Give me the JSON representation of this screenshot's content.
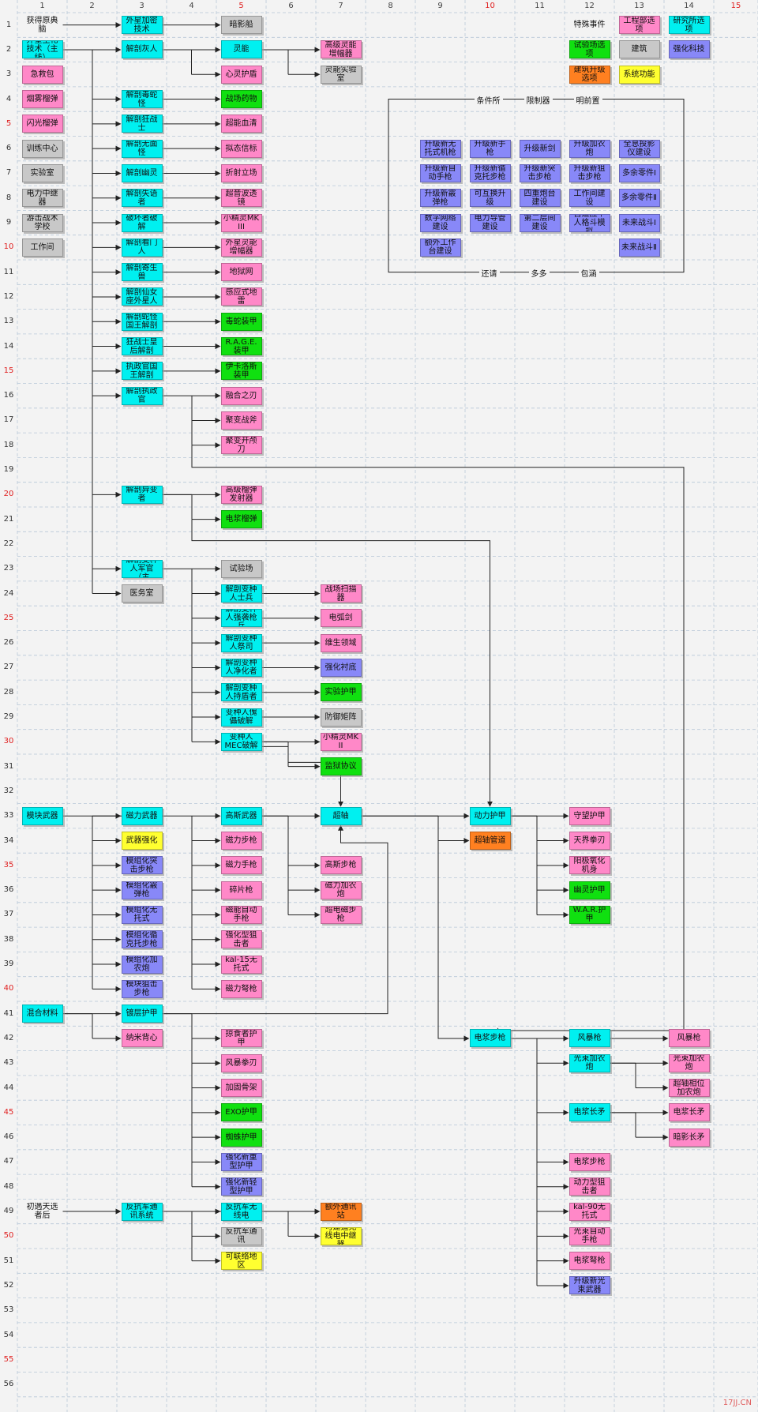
{
  "colors": {
    "cyan": "#00f0f0",
    "pink": "#ff88c8",
    "gray": "#c8c8c8",
    "green": "#10e010",
    "blue": "#8888f8",
    "orange": "#ff8020",
    "yellow": "#ffff30",
    "white": "#ffffff"
  },
  "header": {
    "cols": [
      "1",
      "2",
      "3",
      "4",
      "5",
      "6",
      "7",
      "8",
      "9",
      "10",
      "11",
      "12",
      "13",
      "14",
      "15"
    ],
    "red_cols": [
      "5",
      "10",
      "15"
    ],
    "row_count": 56,
    "red_rows": [
      5,
      10,
      15,
      20,
      25,
      30,
      35,
      40,
      45,
      50,
      55
    ]
  },
  "legend": [
    {
      "label": "特殊事件",
      "color": "white"
    },
    {
      "label": "工程部选项",
      "color": "pink"
    },
    {
      "label": "研究所选项",
      "color": "cyan"
    },
    {
      "label": "试验场选项",
      "color": "green"
    },
    {
      "label": "建筑",
      "color": "gray"
    },
    {
      "label": "强化科技",
      "color": "blue"
    },
    {
      "label": "建筑升级选项",
      "color": "orange"
    },
    {
      "label": "系统功能",
      "color": "yellow"
    }
  ],
  "panel": {
    "top_labels": [
      "条件所",
      "限制器",
      "明前置"
    ],
    "bottom_labels": [
      "还请",
      "多多",
      "包涵"
    ],
    "items": [
      {
        "label": "升级新无托式机枪",
        "color": "blue"
      },
      {
        "label": "升级新手枪",
        "color": "blue"
      },
      {
        "label": "升级新剑",
        "color": "blue"
      },
      {
        "label": "升级加农炮",
        "color": "blue"
      },
      {
        "label": "全息投影仪建设",
        "color": "blue"
      },
      {
        "label": "升级新自动手枪",
        "color": "blue"
      },
      {
        "label": "升级新循克托步枪",
        "color": "blue"
      },
      {
        "label": "升级新突击步枪",
        "color": "blue"
      },
      {
        "label": "升级新狙击步枪",
        "color": "blue"
      },
      {
        "label": "多余零件Ⅰ",
        "color": "blue"
      },
      {
        "label": "升级新霰弹枪",
        "color": "blue"
      },
      {
        "label": "可互换升级",
        "color": "blue"
      },
      {
        "label": "四重炮台建设",
        "color": "blue"
      },
      {
        "label": "工作间建设",
        "color": "blue"
      },
      {
        "label": "多余零件Ⅱ",
        "color": "blue"
      },
      {
        "label": "数字网络建设",
        "color": "blue"
      },
      {
        "label": "电力导管建设",
        "color": "blue"
      },
      {
        "label": "第二层间建设",
        "color": "blue"
      },
      {
        "label": "自适应个人格斗模拟",
        "color": "blue"
      },
      {
        "label": "未来战斗Ⅰ",
        "color": "blue"
      },
      {
        "label": "额外工作台建设",
        "color": "blue"
      },
      {
        "label": "未来战斗Ⅱ",
        "color": "blue"
      }
    ]
  },
  "nodes": [
    {
      "id": "n1",
      "label": "获得原典脑",
      "color": "white"
    },
    {
      "id": "n2",
      "label": "外星加密技术",
      "color": "cyan"
    },
    {
      "id": "n3",
      "label": "暗影船",
      "color": "gray"
    },
    {
      "id": "n4",
      "label": "外星生化技术（主线）",
      "color": "cyan"
    },
    {
      "id": "n5",
      "label": "解剖灰人",
      "color": "cyan"
    },
    {
      "id": "n6",
      "label": "灵能",
      "color": "cyan"
    },
    {
      "id": "n7",
      "label": "高级灵能增幅器",
      "color": "pink"
    },
    {
      "id": "n8",
      "label": "心灵护盾",
      "color": "pink"
    },
    {
      "id": "n9",
      "label": "灵能实验室",
      "color": "gray"
    },
    {
      "id": "n10",
      "label": "急救包",
      "color": "pink"
    },
    {
      "id": "n11",
      "label": "烟雾榴弹",
      "color": "pink"
    },
    {
      "id": "n12",
      "label": "闪光榴弹",
      "color": "pink"
    },
    {
      "id": "n13",
      "label": "训练中心",
      "color": "gray"
    },
    {
      "id": "n14",
      "label": "实验室",
      "color": "gray"
    },
    {
      "id": "n15",
      "label": "电力中继器",
      "color": "gray"
    },
    {
      "id": "n16",
      "label": "游击战术学校",
      "color": "gray"
    },
    {
      "id": "n17",
      "label": "工作间",
      "color": "gray"
    },
    {
      "id": "n18",
      "label": "解剖毒蛇怪",
      "color": "cyan"
    },
    {
      "id": "n19",
      "label": "战场药物",
      "color": "green"
    },
    {
      "id": "n20",
      "label": "解剖狂战士",
      "color": "cyan"
    },
    {
      "id": "n21",
      "label": "超能血清",
      "color": "pink"
    },
    {
      "id": "n22",
      "label": "解剖无面怪",
      "color": "cyan"
    },
    {
      "id": "n23",
      "label": "拟态信标",
      "color": "pink"
    },
    {
      "id": "n24",
      "label": "解剖幽灵",
      "color": "cyan"
    },
    {
      "id": "n25",
      "label": "折射立场",
      "color": "pink"
    },
    {
      "id": "n26",
      "label": "解剖失语者",
      "color": "cyan"
    },
    {
      "id": "n27",
      "label": "超音波透镜",
      "color": "pink"
    },
    {
      "id": "n28",
      "label": "破坏者破解",
      "color": "cyan"
    },
    {
      "id": "n29",
      "label": "小精灵MK III",
      "color": "pink"
    },
    {
      "id": "n30",
      "label": "解剖看门人",
      "color": "cyan"
    },
    {
      "id": "n31",
      "label": "外星灵能增幅器",
      "color": "pink"
    },
    {
      "id": "n32",
      "label": "解剖寄生兽",
      "color": "cyan"
    },
    {
      "id": "n33",
      "label": "地狱网",
      "color": "pink"
    },
    {
      "id": "n34",
      "label": "解剖仙女座外星人",
      "color": "cyan"
    },
    {
      "id": "n35",
      "label": "感应式地雷",
      "color": "pink"
    },
    {
      "id": "n36",
      "label": "解剖蛇怪国王解剖",
      "color": "cyan"
    },
    {
      "id": "n37",
      "label": "毒蛇装甲",
      "color": "green"
    },
    {
      "id": "n38",
      "label": "狂战士皇后解剖",
      "color": "cyan"
    },
    {
      "id": "n39",
      "label": "R.A.G.E.装甲",
      "color": "green"
    },
    {
      "id": "n40",
      "label": "执政官国王解剖",
      "color": "cyan"
    },
    {
      "id": "n41",
      "label": "伊卡洛斯装甲",
      "color": "green"
    },
    {
      "id": "n42",
      "label": "解剖执政官",
      "color": "cyan"
    },
    {
      "id": "n43",
      "label": "融合之刃",
      "color": "pink"
    },
    {
      "id": "n44",
      "label": "聚变战斧",
      "color": "pink"
    },
    {
      "id": "n45",
      "label": "聚变开颅刀",
      "color": "pink"
    },
    {
      "id": "n46",
      "label": "解剖异变者",
      "color": "cyan"
    },
    {
      "id": "n47",
      "label": "高级榴弹发射器",
      "color": "pink"
    },
    {
      "id": "n48",
      "label": "电浆榴弹",
      "color": "green"
    },
    {
      "id": "n49",
      "label": "解剖变种人军官（主",
      "color": "cyan"
    },
    {
      "id": "n50",
      "label": "试验场",
      "color": "gray"
    },
    {
      "id": "n51",
      "label": "医务室",
      "color": "gray"
    },
    {
      "id": "n52",
      "label": "解剖变种人士兵",
      "color": "cyan"
    },
    {
      "id": "n53",
      "label": "战场扫描器",
      "color": "pink"
    },
    {
      "id": "n54",
      "label": "解剖变种人强袭枪兵",
      "color": "cyan"
    },
    {
      "id": "n55",
      "label": "电弧剑",
      "color": "pink"
    },
    {
      "id": "n56",
      "label": "解剖变种人祭司",
      "color": "cyan"
    },
    {
      "id": "n57",
      "label": "维生领域",
      "color": "pink"
    },
    {
      "id": "n58",
      "label": "解剖变种人净化者",
      "color": "cyan"
    },
    {
      "id": "n59",
      "label": "强化衬底",
      "color": "blue"
    },
    {
      "id": "n60",
      "label": "解剖变种人持盾者",
      "color": "cyan"
    },
    {
      "id": "n61",
      "label": "实验护甲",
      "color": "green"
    },
    {
      "id": "n62",
      "label": "变种人傀儡破解",
      "color": "cyan"
    },
    {
      "id": "n63",
      "label": "防御矩阵",
      "color": "gray"
    },
    {
      "id": "n64",
      "label": "变种人MEC破解",
      "color": "cyan"
    },
    {
      "id": "n65",
      "label": "小精灵MK II",
      "color": "pink"
    },
    {
      "id": "n66",
      "label": "监狱协议",
      "color": "green"
    },
    {
      "id": "n67",
      "label": "模块武器",
      "color": "cyan"
    },
    {
      "id": "n68",
      "label": "磁力武器",
      "color": "cyan"
    },
    {
      "id": "n69",
      "label": "高斯武器",
      "color": "cyan"
    },
    {
      "id": "n70",
      "label": "超轴",
      "color": "cyan"
    },
    {
      "id": "n71",
      "label": "动力护甲",
      "color": "cyan"
    },
    {
      "id": "n72",
      "label": "守望护甲",
      "color": "pink"
    },
    {
      "id": "n73",
      "label": "武器强化",
      "color": "yellow"
    },
    {
      "id": "n74",
      "label": "磁力步枪",
      "color": "pink"
    },
    {
      "id": "n75",
      "label": "超轴管道",
      "color": "orange"
    },
    {
      "id": "n76",
      "label": "天界拳刃",
      "color": "pink"
    },
    {
      "id": "n77",
      "label": "模组化突击步枪",
      "color": "blue"
    },
    {
      "id": "n78",
      "label": "磁力手枪",
      "color": "pink"
    },
    {
      "id": "n79",
      "label": "高斯步枪",
      "color": "pink"
    },
    {
      "id": "n80",
      "label": "阳极氧化机身",
      "color": "pink"
    },
    {
      "id": "n81",
      "label": "模组化霰弹枪",
      "color": "blue"
    },
    {
      "id": "n82",
      "label": "碎片枪",
      "color": "pink"
    },
    {
      "id": "n83",
      "label": "磁力加农炮",
      "color": "pink"
    },
    {
      "id": "n84",
      "label": "幽灵护甲",
      "color": "green"
    },
    {
      "id": "n85",
      "label": "模组化无托式",
      "color": "blue"
    },
    {
      "id": "n86",
      "label": "磁能自动手枪",
      "color": "pink"
    },
    {
      "id": "n87",
      "label": "超电磁步枪",
      "color": "pink"
    },
    {
      "id": "n88",
      "label": "W.A.R.护甲",
      "color": "green"
    },
    {
      "id": "n89",
      "label": "模组化循克托步枪",
      "color": "blue"
    },
    {
      "id": "n90",
      "label": "强化型狙击者",
      "color": "pink"
    },
    {
      "id": "n91",
      "label": "模组化加农炮",
      "color": "blue"
    },
    {
      "id": "n92",
      "label": "kal-15无托式",
      "color": "pink"
    },
    {
      "id": "n93",
      "label": "模块狙击步枪",
      "color": "blue"
    },
    {
      "id": "n94",
      "label": "磁力弩枪",
      "color": "pink"
    },
    {
      "id": "n95",
      "label": "混合材料",
      "color": "cyan"
    },
    {
      "id": "n96",
      "label": "镀层护甲",
      "color": "cyan"
    },
    {
      "id": "n97",
      "label": "纳米背心",
      "color": "pink"
    },
    {
      "id": "n98",
      "label": "电浆步枪",
      "color": "cyan"
    },
    {
      "id": "n99",
      "label": "风暴枪",
      "color": "cyan"
    },
    {
      "id": "n100",
      "label": "风暴枪",
      "color": "pink"
    },
    {
      "id": "n101",
      "label": "掠食者护甲",
      "color": "pink"
    },
    {
      "id": "n102",
      "label": "光束加农炮",
      "color": "cyan"
    },
    {
      "id": "n103",
      "label": "光束加农炮",
      "color": "pink"
    },
    {
      "id": "n104",
      "label": "风暴拳刃",
      "color": "pink"
    },
    {
      "id": "n105",
      "label": "超轴相位加农炮",
      "color": "pink"
    },
    {
      "id": "n106",
      "label": "加固骨架",
      "color": "pink"
    },
    {
      "id": "n107",
      "label": "电浆长矛",
      "color": "cyan"
    },
    {
      "id": "n108",
      "label": "电浆长矛",
      "color": "pink"
    },
    {
      "id": "n109",
      "label": "EXO护甲",
      "color": "green"
    },
    {
      "id": "n110",
      "label": "蜘蛛护甲",
      "color": "green"
    },
    {
      "id": "n111",
      "label": "暗影长矛",
      "color": "pink"
    },
    {
      "id": "n112",
      "label": "强化新重型护甲",
      "color": "blue"
    },
    {
      "id": "n113",
      "label": "电浆步枪",
      "color": "pink"
    },
    {
      "id": "n114",
      "label": "强化新轻型护甲",
      "color": "blue"
    },
    {
      "id": "n115",
      "label": "动力型狙击者",
      "color": "pink"
    },
    {
      "id": "n116",
      "label": "初遇天选者后",
      "color": "white"
    },
    {
      "id": "n117",
      "label": "反抗军通讯系统",
      "color": "cyan"
    },
    {
      "id": "n118",
      "label": "反抗军无线电",
      "color": "cyan"
    },
    {
      "id": "n119",
      "label": "额外通讯站",
      "color": "orange"
    },
    {
      "id": "n120",
      "label": "kal-90无托式",
      "color": "pink"
    },
    {
      "id": "n121",
      "label": "反抗军通讯",
      "color": "gray"
    },
    {
      "id": "n122",
      "label": "可建造无线电中继器",
      "color": "yellow"
    },
    {
      "id": "n123",
      "label": "光束自动手枪",
      "color": "pink"
    },
    {
      "id": "n124",
      "label": "可联络地区",
      "color": "yellow"
    },
    {
      "id": "n125",
      "label": "电浆弩枪",
      "color": "pink"
    },
    {
      "id": "n126",
      "label": "升级新光束武器",
      "color": "blue"
    }
  ],
  "watermark": "17JJ.CN"
}
